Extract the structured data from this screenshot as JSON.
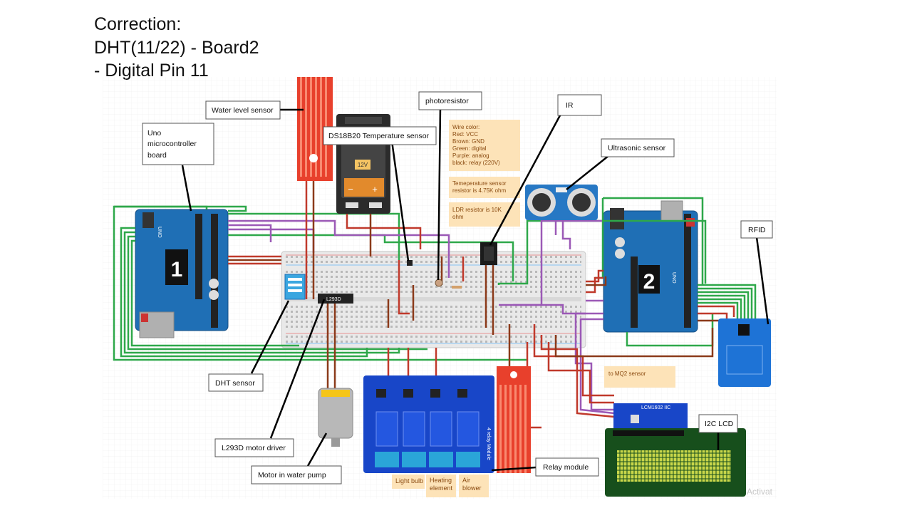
{
  "correction": {
    "line1": "Correction:",
    "line2": "DHT(11/22) - Board2",
    "line3": "- Digital Pin 11"
  },
  "labels": {
    "uno_board": [
      "Uno",
      "microcontroller",
      "board"
    ],
    "water_level_sensor": "Water level sensor",
    "ds18b20": "DS18B20 Temperature sensor",
    "photoresistor": "photoresistor",
    "ir": "IR",
    "ultrasonic": "Ultrasonic sensor",
    "rfid": "RFID",
    "dht_sensor": "DHT sensor",
    "l293d": "L293D motor driver",
    "motor": "Motor in water pump",
    "relay_module": "Relay module",
    "i2c_lcd": "I2C LCD",
    "to_mq2": "to MQ2 sensor"
  },
  "notes": {
    "wire_colors": [
      "Wire color:",
      "Red: VCC",
      "Brown: GND",
      "Green: digital",
      "Purple: analog",
      "black: relay (220V)"
    ],
    "temp_resistor": [
      "Temeperature sensor",
      "resistor is 4.75K ohm"
    ],
    "ldr_resistor": [
      "LDR resistor is 10K",
      "ohm"
    ]
  },
  "relay_loads": {
    "light_bulb": "Light bulb",
    "heating": [
      "Heating",
      "element"
    ],
    "air": [
      "Air",
      "blower"
    ]
  },
  "boards": {
    "board1_number": "1",
    "board2_number": "2",
    "uno_mark": "UNO"
  },
  "battery": {
    "voltage": "12V",
    "minus": "−",
    "plus": "+"
  },
  "chips": {
    "l293d_text": "L293D",
    "lcd_backpack": "LCM1602 IIC",
    "relay_side_text": "4 relay Module"
  },
  "watermark": "Activat",
  "colors": {
    "red_vcc": "#c0392b",
    "brown_gnd": "#8b3a1a",
    "green_digital": "#2ea84a",
    "purple_analog": "#9b59b6",
    "arduino_blue": "#1f6fb5",
    "relay_blue": "#1846c8",
    "note_bg": "#fde3b8"
  }
}
